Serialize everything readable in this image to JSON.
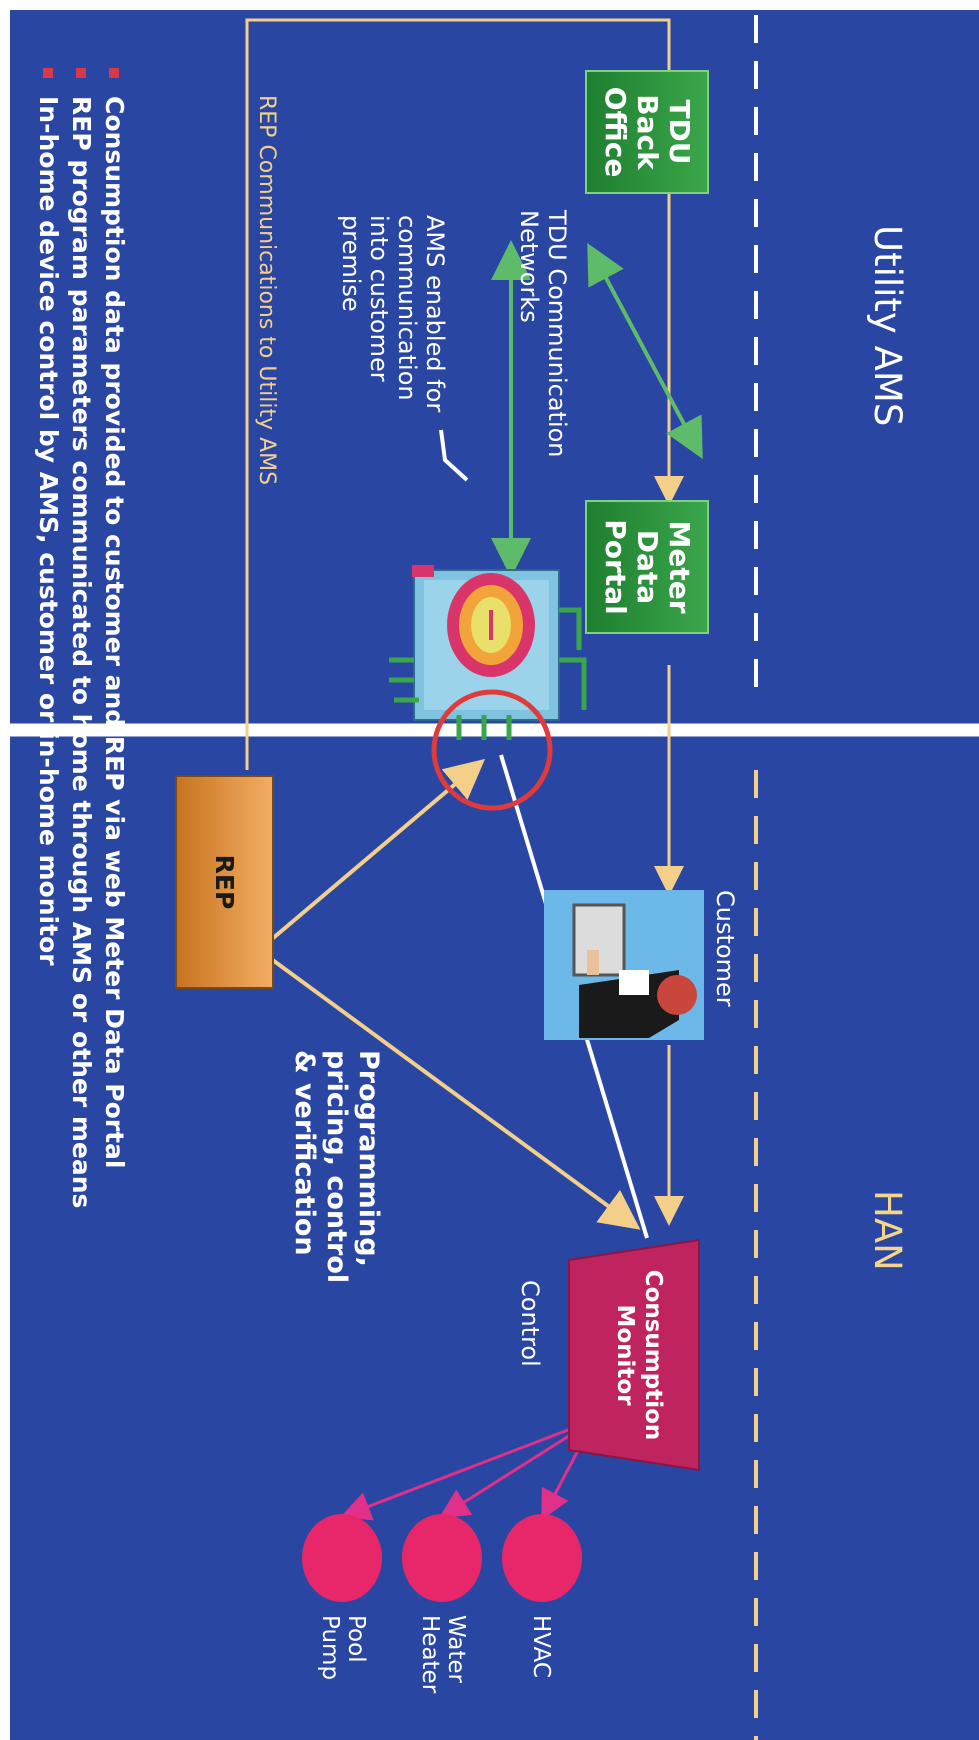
{
  "titles": {
    "utility_ams": "Utility AMS",
    "han": "HAN"
  },
  "nodes": {
    "tdu_back_office": "TDU\nBack\nOffice",
    "meter_data_portal": "Meter\nData\nPortal",
    "rep": "REP",
    "consumption_monitor": "Consumption\nMonitor"
  },
  "labels": {
    "tdu_networks": "TDU Communication\nNetworks",
    "ams_enabled": "AMS enabled for\ncommunication\ninto customer\npremise",
    "rep_comm": "REP Communications to Utility  AMS",
    "customer": "Customer",
    "programming": "Programming,\npricing, control\n& verification",
    "control": "Control"
  },
  "devices": [
    {
      "label": "HVAC"
    },
    {
      "label": "Water\nHeater"
    },
    {
      "label": "Pool\nPump"
    }
  ],
  "bullets": [
    "Consumption data provided to customer and REP via web Meter Data Portal",
    "REP program parameters communicated to home through AMS or other means",
    "In-home device control by AMS, customer or in-home monitor"
  ],
  "colors": {
    "background": "#2a46a3",
    "green_box": "#2e9440",
    "rep_box": "#e8953f",
    "monitor": "#c0245f",
    "device": "#e8276a",
    "han_accent": "#f5d58a",
    "highlight_circle": "#e03a3a"
  },
  "icons": [
    "meter-icon",
    "customer-laptop-icon"
  ]
}
